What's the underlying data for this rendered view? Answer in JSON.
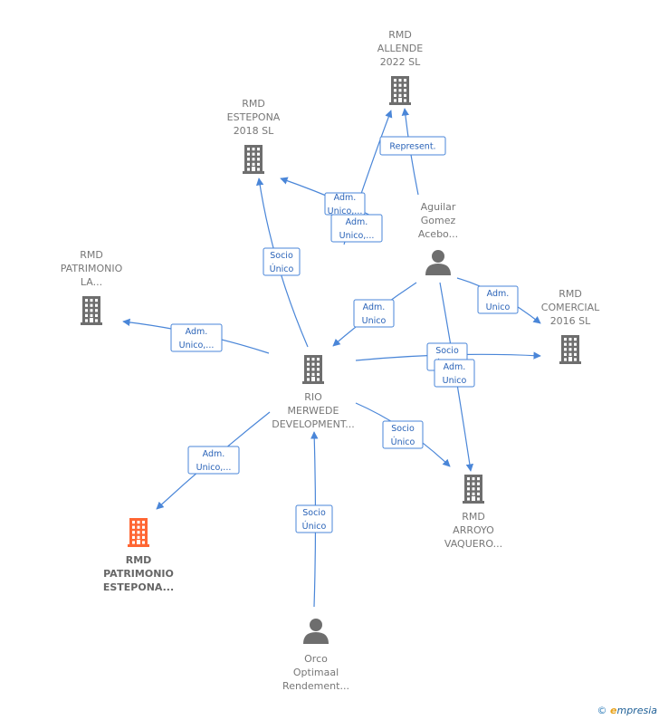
{
  "colors": {
    "edge": "#4a86d8",
    "edge_text": "#2a63b8",
    "company": "#6e6e6e",
    "focus_company": "#ff6633",
    "person": "#6e6e6e",
    "label": "#777777"
  },
  "nodes": [
    {
      "id": "rmd-allende",
      "type": "company",
      "label": [
        "RMD",
        "ALLENDE",
        "2022  SL"
      ],
      "label_pos": "above"
    },
    {
      "id": "rmd-estepona-2018",
      "type": "company",
      "label": [
        "RMD",
        "ESTEPONA",
        "2018  SL"
      ],
      "label_pos": "above"
    },
    {
      "id": "aguilar",
      "type": "person",
      "label": [
        "Aguilar",
        "Gomez",
        "Acebo..."
      ],
      "label_pos": "above"
    },
    {
      "id": "rmd-patrimonio-la",
      "type": "company",
      "label": [
        "RMD",
        "PATRIMONIO",
        "LA..."
      ],
      "label_pos": "above"
    },
    {
      "id": "rmd-comercial-2016",
      "type": "company",
      "label": [
        "RMD",
        "COMERCIAL",
        "2016  SL"
      ],
      "label_pos": "above"
    },
    {
      "id": "rio-merwede",
      "type": "company",
      "label": [
        "RIO",
        "MERWEDE",
        "DEVELOPMENT..."
      ],
      "label_pos": "below"
    },
    {
      "id": "rmd-arroyo",
      "type": "company",
      "label": [
        "RMD",
        "ARROYO",
        "VAQUERO..."
      ],
      "label_pos": "below"
    },
    {
      "id": "rmd-patrimonio-estepona",
      "type": "company",
      "focus": true,
      "label": [
        "RMD",
        "PATRIMONIO",
        "ESTEPONA..."
      ],
      "label_pos": "below"
    },
    {
      "id": "orco",
      "type": "person",
      "label": [
        "Orco",
        "Optimaal",
        "Rendement..."
      ],
      "label_pos": "below"
    }
  ],
  "edges": [
    {
      "id": "e1",
      "label": [
        "Represent."
      ]
    },
    {
      "id": "e2",
      "label": [
        "Adm.",
        "Unico,..."
      ]
    },
    {
      "id": "e3",
      "label": [
        "Adm.",
        "Unico,..."
      ]
    },
    {
      "id": "e4",
      "label": [
        "Socio",
        "Único"
      ]
    },
    {
      "id": "e5",
      "label": [
        "Adm.",
        "Unico"
      ]
    },
    {
      "id": "e6",
      "label": [
        "Adm.",
        "Unico"
      ]
    },
    {
      "id": "e7",
      "label": [
        "Adm.",
        "Unico,..."
      ]
    },
    {
      "id": "e8",
      "label": [
        "Socio",
        "Único"
      ]
    },
    {
      "id": "e9",
      "label": [
        "Adm.",
        "Unico"
      ]
    },
    {
      "id": "e10",
      "label": [
        "Socio",
        "Único"
      ]
    },
    {
      "id": "e11",
      "label": [
        "Adm.",
        "Unico,..."
      ]
    },
    {
      "id": "e12",
      "label": [
        "Socio",
        "Único"
      ]
    }
  ],
  "watermark": {
    "copyright": "©",
    "brand_initial": "e",
    "brand_rest": "mpresia"
  }
}
